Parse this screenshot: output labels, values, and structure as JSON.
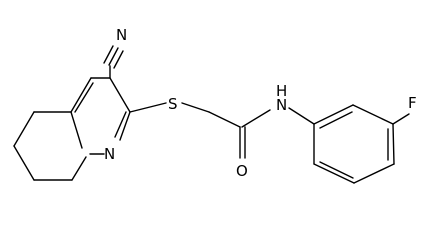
{
  "molecule": {
    "atom_labels": {
      "nitrile_n": "N",
      "sulfur": "S",
      "ring_n": "N",
      "amide_nh": "N",
      "amide_h": "H",
      "carbonyl_o": "O",
      "fluorine": "F"
    },
    "colors": {
      "bond": "#000000",
      "text": "#000000",
      "background": "#ffffff"
    }
  }
}
